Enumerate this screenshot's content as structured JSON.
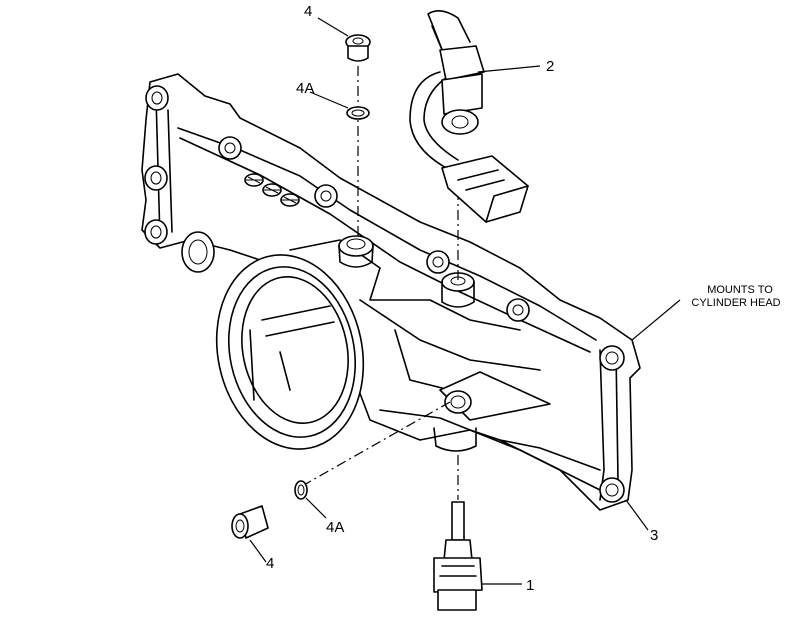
{
  "labels": {
    "part_1": "1",
    "part_2": "2",
    "part_3": "3",
    "plug_top": "4",
    "plug_bottom": "4",
    "seal_top": "4A",
    "seal_bottom": "4A",
    "mount_note_line1": "MOUNTS TO",
    "mount_note_line2": "CYLINDER HEAD"
  }
}
